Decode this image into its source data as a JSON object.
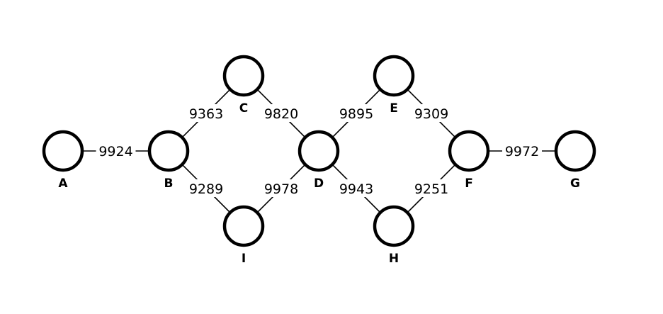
{
  "graph": {
    "nodes": [
      {
        "id": "A",
        "label": "A"
      },
      {
        "id": "B",
        "label": "B"
      },
      {
        "id": "C",
        "label": "C"
      },
      {
        "id": "D",
        "label": "D"
      },
      {
        "id": "E",
        "label": "E"
      },
      {
        "id": "F",
        "label": "F"
      },
      {
        "id": "G",
        "label": "G"
      },
      {
        "id": "H",
        "label": "H"
      },
      {
        "id": "I",
        "label": "I"
      }
    ],
    "edges": [
      {
        "from": "A",
        "to": "B",
        "weight": "9924"
      },
      {
        "from": "B",
        "to": "C",
        "weight": "9363"
      },
      {
        "from": "B",
        "to": "I",
        "weight": "9289"
      },
      {
        "from": "C",
        "to": "D",
        "weight": "9820"
      },
      {
        "from": "I",
        "to": "D",
        "weight": "9978"
      },
      {
        "from": "D",
        "to": "E",
        "weight": "9895"
      },
      {
        "from": "D",
        "to": "H",
        "weight": "9943"
      },
      {
        "from": "E",
        "to": "F",
        "weight": "9309"
      },
      {
        "from": "H",
        "to": "F",
        "weight": "9251"
      },
      {
        "from": "F",
        "to": "G",
        "weight": "9972"
      }
    ]
  }
}
